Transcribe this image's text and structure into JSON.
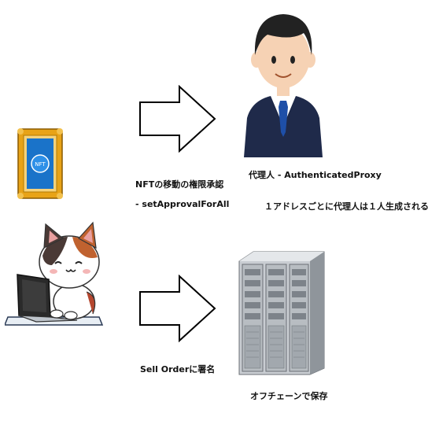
{
  "nft_frame": {
    "nft_text": "NFT"
  },
  "arrow_top": {
    "line1": "NFTの移動の権限承認",
    "line2": "- setApprovalForAll"
  },
  "arrow_bottom": {
    "label": "Sell Orderに署名"
  },
  "proxy": {
    "title": "代理人 - AuthenticatedProxy",
    "note": "１アドレスごとに代理人は１人生成される"
  },
  "server": {
    "label": "オフチェーンで保存"
  },
  "colors": {
    "frame_gold": "#e8a317",
    "nft_blue": "#1a73c9",
    "suit": "#1f2a4a",
    "tie": "#1e4fa8",
    "server_gray": "#9aa0a6"
  }
}
